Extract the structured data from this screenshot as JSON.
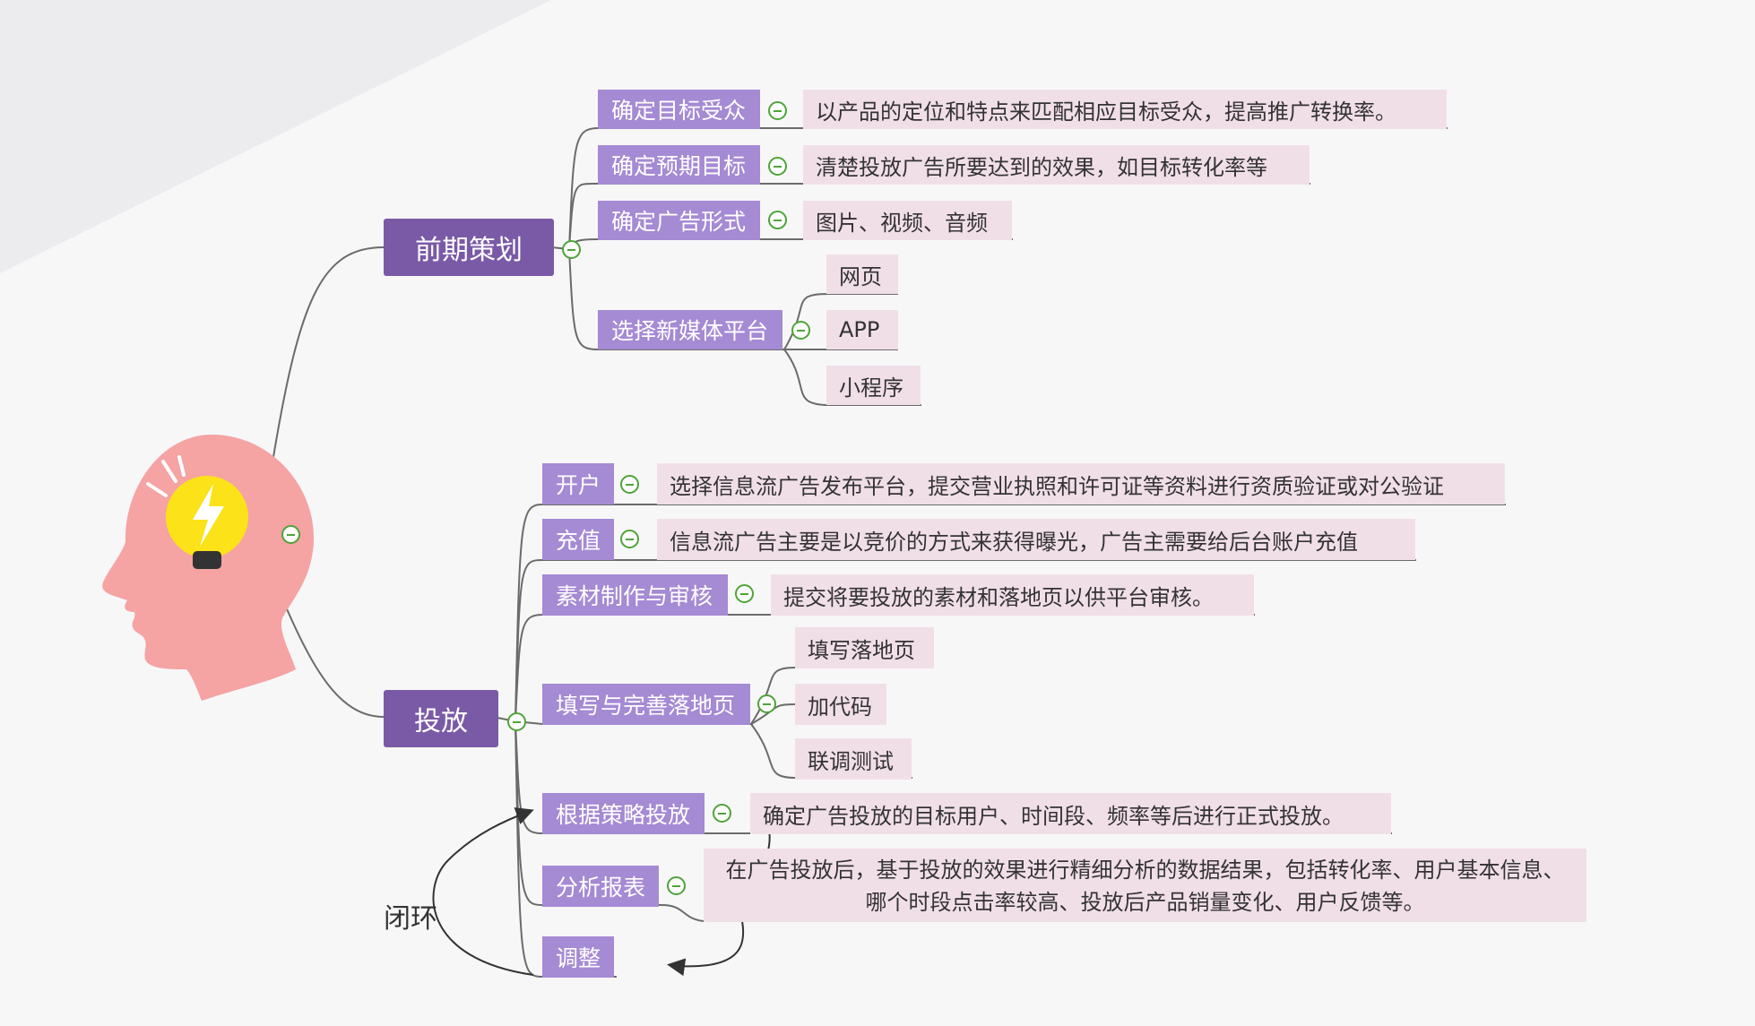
{
  "colors": {
    "main": "#7a5aa6",
    "sub": "#a58ad4",
    "leaf": "#f1dfe8",
    "toggle": "#4ea338",
    "line": "#6b6b6b"
  },
  "center_icon": "head-lightbulb-icon",
  "branches": [
    {
      "label": "前期策划",
      "children": [
        {
          "label": "确定目标受众",
          "detail": "以产品的定位和特点来匹配相应目标受众，提高推广转换率。"
        },
        {
          "label": "确定预期目标",
          "detail": "清楚投放广告所要达到的效果，如目标转化率等"
        },
        {
          "label": "确定广告形式",
          "detail": "图片、视频、音频"
        },
        {
          "label": "选择新媒体平台",
          "items": [
            "网页",
            "APP",
            "小程序"
          ]
        }
      ]
    },
    {
      "label": "投放",
      "children": [
        {
          "label": "开户",
          "detail": "选择信息流广告发布平台，提交营业执照和许可证等资料进行资质验证或对公验证"
        },
        {
          "label": "充值",
          "detail": "信息流广告主要是以竞价的方式来获得曝光，广告主需要给后台账户充值"
        },
        {
          "label": "素材制作与审核",
          "detail": "提交将要投放的素材和落地页以供平台审核。"
        },
        {
          "label": "填写与完善落地页",
          "items": [
            "填写落地页",
            "加代码",
            "联调测试"
          ]
        },
        {
          "label": "根据策略投放",
          "detail": "确定广告投放的目标用户、时间段、频率等后进行正式投放。"
        },
        {
          "label": "分析报表",
          "detail": "在广告投放后，基于投放的效果进行精细分析的数据结果，包括转化率、用户基本信息、哪个时段点击率较高、投放后产品销量变化、用户反馈等。"
        },
        {
          "label": "调整"
        }
      ]
    }
  ],
  "loop_label": "闭环"
}
